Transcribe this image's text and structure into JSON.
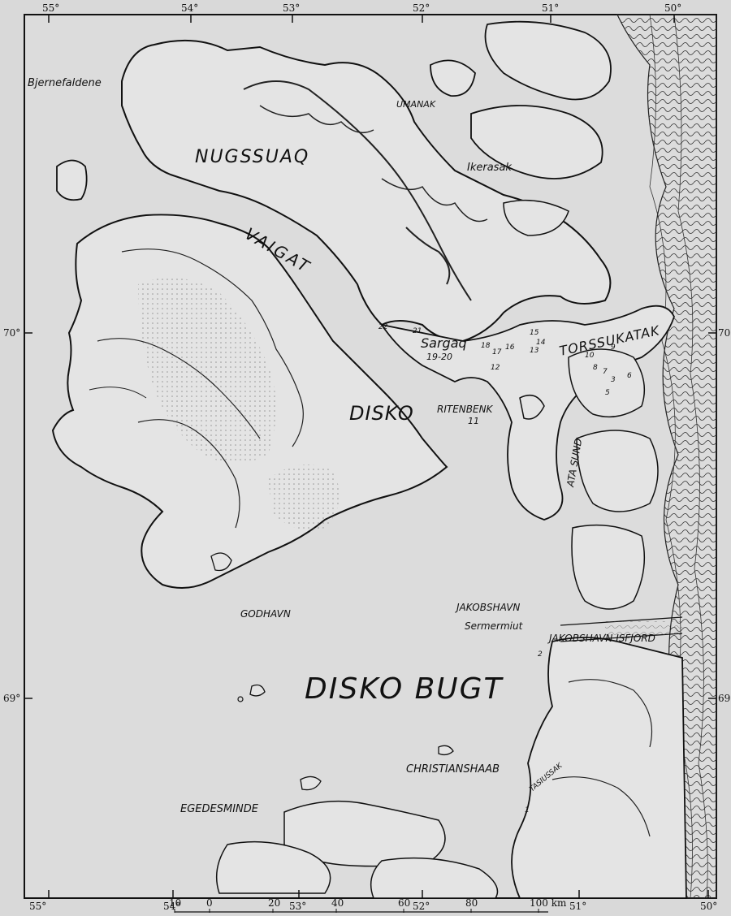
{
  "map": {
    "degree_marks": {
      "top": [
        "55°",
        "54°",
        "53°",
        "52°",
        "51°",
        "50°"
      ],
      "bottom": [
        "55°",
        "54°",
        "53°",
        "52°",
        "51°",
        "50°"
      ],
      "left": [
        "70°",
        "69°"
      ],
      "right": [
        "70°",
        "69"
      ]
    },
    "labels": {
      "bjernefaldene": "Bjernefaldene",
      "umanak": "UMANAK",
      "nugssuaq": "NUGSSUAQ",
      "ikerasak": "Ikerasak",
      "vaigat": "VAIGAT",
      "sargaq": "Sargaq",
      "sargaq_num": "19-20",
      "torssukatak": "TORSSUKATAK",
      "disko": "DISKO",
      "ritenbenk": "RITENBENK",
      "ritenbenk_num": "11",
      "ata_sund": "ATA SUND",
      "godhavn": "GODHAVN",
      "jakobshavn": "JAKOBSHAVN",
      "sermermiut": "Sermermiut",
      "jakobshavn_isfjord": "JAKOBSHAVN ISFJORD",
      "disko_bugt": "DISKO BUGT",
      "christianshaab": "CHRISTIANSHAAB",
      "egedesminde": "EGEDESMINDE",
      "tasiussak": "TASIUSSAK"
    },
    "site_numbers": [
      "22",
      "21",
      "18",
      "17",
      "16",
      "15",
      "14",
      "13",
      "12",
      "10",
      "9",
      "8",
      "7",
      "6",
      "5",
      "3",
      "2",
      "1"
    ],
    "scale_bar": {
      "ticks": [
        "10",
        "0",
        "20",
        "40",
        "60",
        "80",
        "100 km"
      ]
    }
  }
}
